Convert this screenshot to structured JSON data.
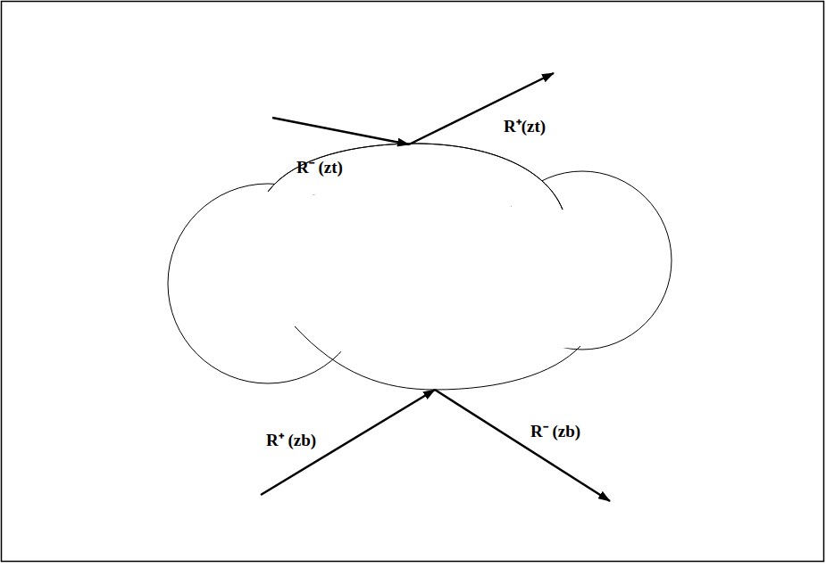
{
  "diagram": {
    "labels": [
      "R⁻ (zt)",
      "R⁺(zt)",
      "R⁺ (zb)",
      "R⁻ (zb)"
    ]
  }
}
